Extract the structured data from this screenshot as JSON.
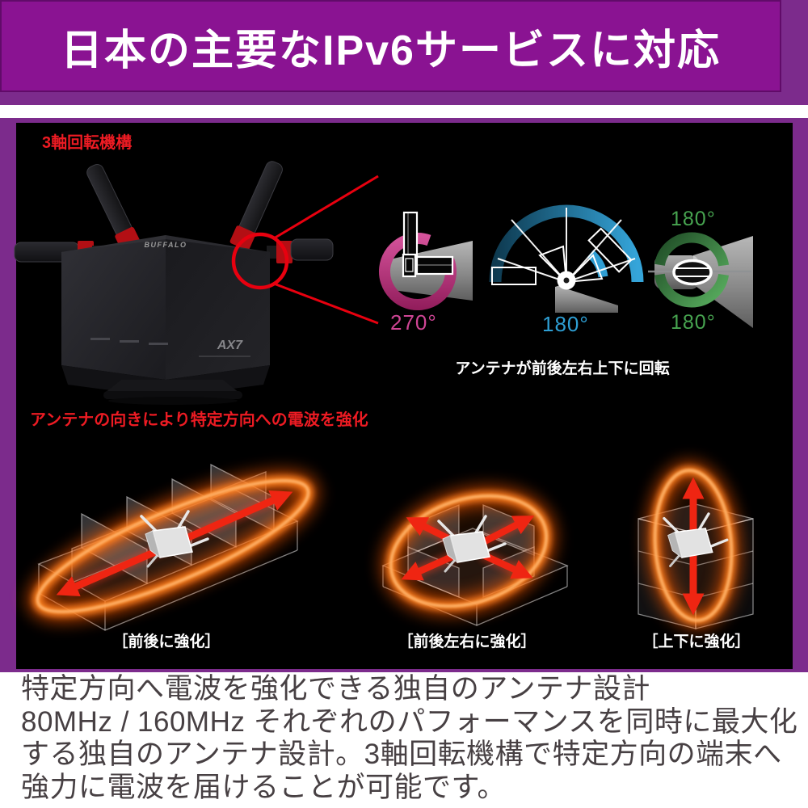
{
  "header": {
    "title": "日本の主要なIPv6サービスに対応"
  },
  "panel": {
    "feature_label": "3軸回転機構",
    "rotation_caption": "アンテナが前後左右上下に回転",
    "direction_label": "アンテナの向きにより特定方向への電波を強化",
    "router": {
      "brand": "BUFFALO",
      "model": "AX7"
    },
    "rotation_diagrams": {
      "pitch": {
        "name": "side-antenna-rotation",
        "degree": "270°",
        "color": "#c8368b"
      },
      "yaw": {
        "name": "multi-position-rotation",
        "degree": "180°",
        "color": "#2e9fd4"
      },
      "roll": {
        "name": "up-down-rotation",
        "degree_top": "180°",
        "degree_bottom": "180°",
        "color": "#47a450"
      }
    },
    "beam_diagrams": {
      "front_back": {
        "caption": "［前後に強化］"
      },
      "front_back_left_right": {
        "caption": "［前後左右に強化］"
      },
      "up_down": {
        "caption": "［上下に強化］"
      }
    }
  },
  "footer": {
    "lines": [
      "特定方向へ電波を強化できる独自のアンテナ設計",
      "80MHz / 160MHz それぞれのパフォーマンスを同時に最大化",
      "する独自のアンテナ設計。3軸回転機構で特定方向の端末へ",
      "強力に電波を届けることが可能です。"
    ]
  },
  "colors": {
    "page_bg": "#ffffff",
    "purple_outer": "#7c2b8c",
    "purple_band": "#8a1392",
    "panel_bg": "#000000",
    "accent_red": "#e8000f",
    "pink": "#c8368b",
    "blue": "#2e9fd4",
    "green": "#47a450",
    "orange": "#ff6a14",
    "footer_text": "#474043"
  }
}
